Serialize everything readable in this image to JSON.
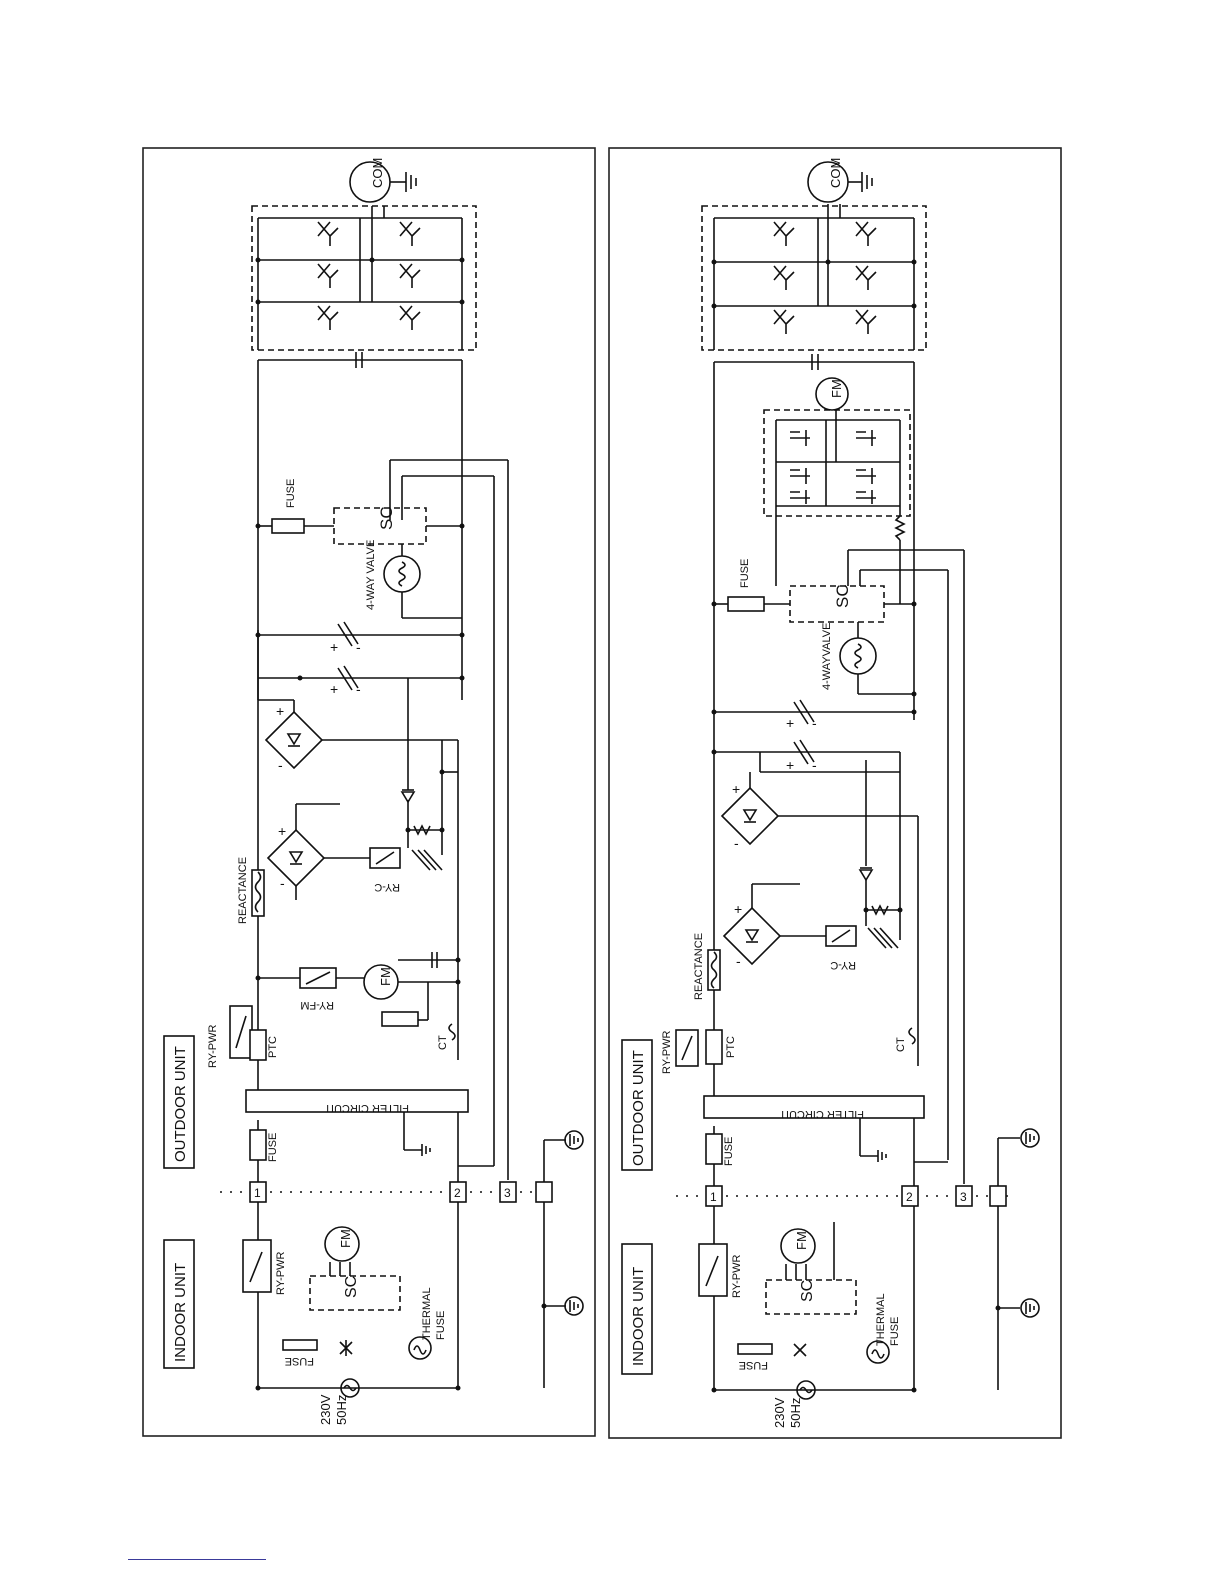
{
  "labels": {
    "indoor_unit": "INDOOR UNIT",
    "outdoor_unit": "OUTDOOR UNIT",
    "supply_voltage": "230V",
    "supply_freq": "50Hz",
    "fuse": "FUSE",
    "thermal_fuse_1": "THERMAL",
    "thermal_fuse_2": "FUSE",
    "sc": "SC",
    "fm": "FM",
    "ry_pwr": "RY-PWR",
    "ry_fm": "RY-FM",
    "ry_c": "RY-C",
    "ptc": "PTC",
    "ct": "CT",
    "reactance": "REACTANCE",
    "filter_circuit": "FILTER CIRCUIT",
    "four_way_valve_left": "4-WAY VALVE",
    "four_way_valve_right": "4-WAYVALVE",
    "com": "COM",
    "terminal_1": "1",
    "terminal_2": "2",
    "terminal_3": "3",
    "plus": "+",
    "minus": "-"
  },
  "colors": {
    "line": "#111111",
    "footer_rule": "#3a3a9a"
  }
}
